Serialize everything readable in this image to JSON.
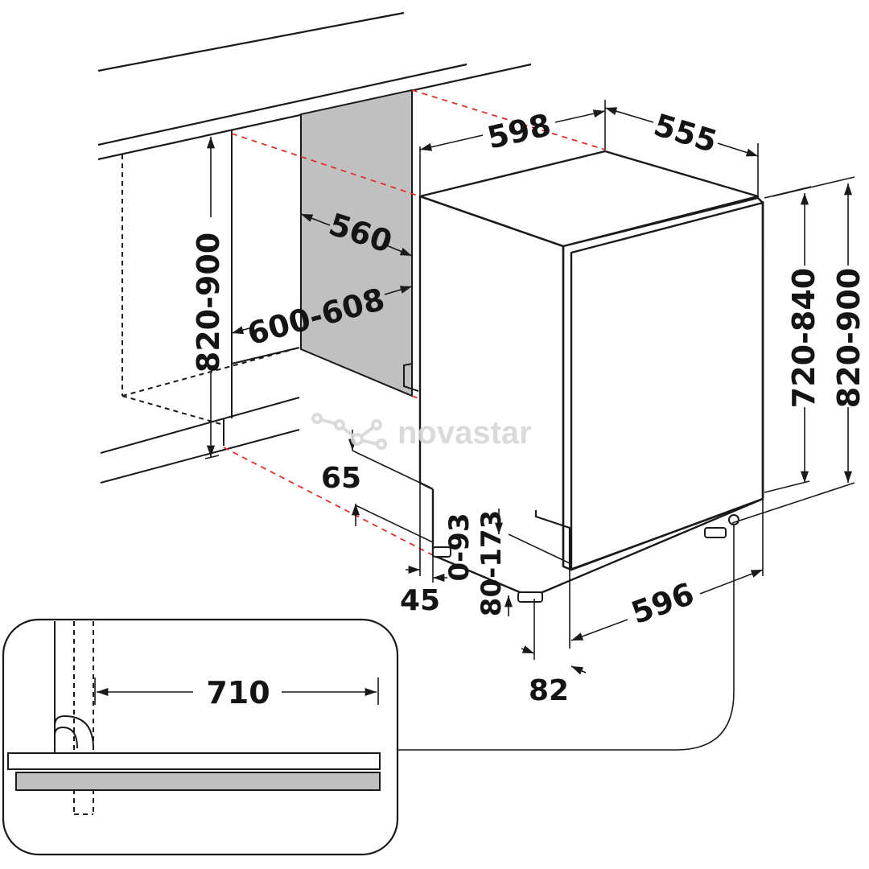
{
  "diagram": {
    "subject": "Built-in dishwasher installation dimensions (mm)",
    "dimensions": {
      "niche_height": "820-900",
      "niche_depth": "560",
      "niche_width": "600-608",
      "appliance_width": "598",
      "appliance_depth": "555",
      "appliance_height": "720-840",
      "appliance_height_with_worktop": "820-900",
      "front_bottom_depth": "596",
      "toe_kick_offset": "82",
      "plinth_height": "80-173",
      "foot_adjust": "0-93",
      "side_gap": "45",
      "rear_gap": "65",
      "hose_length": "710"
    },
    "watermark": "novastar"
  },
  "colors": {
    "line": "#1a1a1a",
    "dashed_guide": "#e0302a",
    "panel_fill": "#c0c0c0",
    "watermark": "#d6d6d6"
  }
}
